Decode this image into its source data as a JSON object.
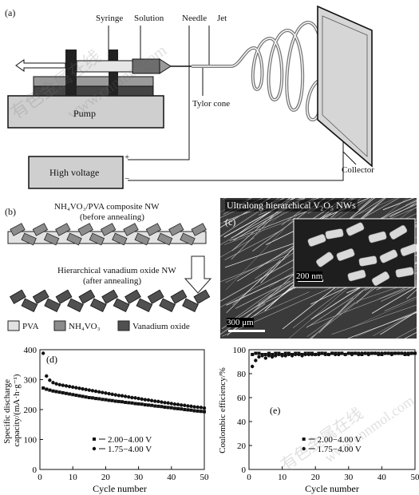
{
  "panel_a": {
    "label": "(a)",
    "syringe": "Syringe",
    "solution": "Solution",
    "needle": "Needle",
    "jet": "Jet",
    "taylor_cone": "Tylor cone",
    "pump": "Pump",
    "high_voltage": "High voltage",
    "collector": "Collector",
    "plus": "+",
    "minus": "−"
  },
  "panel_b": {
    "label": "(b)",
    "top_title_1": "NH₄VO₃/PVA composite NW",
    "top_title_2": "(before annealing)",
    "bottom_title_1": "Hierarchical vanadium oxide NW",
    "bottom_title_2": "(after annealing)",
    "legend": [
      {
        "name": "PVA",
        "color": "#e2e2e2"
      },
      {
        "name": "NH₄VO₃",
        "color": "#8c8c8c"
      },
      {
        "name": "Vanadium oxide",
        "color": "#505050"
      }
    ]
  },
  "panel_c": {
    "label": "(c)",
    "title": "Ultralong hierarchical V₂O₅ NWs",
    "inset_scale": "200 nm",
    "main_scale": "300 μm"
  },
  "watermark": {
    "text_1": "有色金属在线",
    "text_2": "www.cnnmol.com"
  },
  "chart_data": [
    {
      "type": "scatter",
      "panel": "(d)",
      "ylabel": "Specific discharge capacity/(mA·h·g⁻¹)",
      "xlabel": "Cycle number",
      "xlim": [
        0,
        50
      ],
      "ylim": [
        0,
        400
      ],
      "xticks": [
        0,
        10,
        20,
        30,
        40,
        50
      ],
      "yticks": [
        0,
        100,
        200,
        300,
        400
      ],
      "legend_position": "bottom-center",
      "series": [
        {
          "name": "2.00−4.00 V",
          "marker": "square",
          "x": [
            1,
            2,
            3,
            4,
            5,
            6,
            7,
            8,
            9,
            10,
            11,
            12,
            13,
            14,
            15,
            16,
            17,
            18,
            19,
            20,
            21,
            22,
            23,
            24,
            25,
            26,
            27,
            28,
            29,
            30,
            31,
            32,
            33,
            34,
            35,
            36,
            37,
            38,
            39,
            40,
            41,
            42,
            43,
            44,
            45,
            46,
            47,
            48,
            49,
            50
          ],
          "values": [
            272,
            268,
            265,
            262,
            260,
            258,
            256,
            254,
            252,
            250,
            248,
            246,
            244,
            242,
            240,
            239,
            237,
            236,
            234,
            233,
            231,
            230,
            228,
            227,
            226,
            224,
            223,
            222,
            220,
            219,
            218,
            216,
            215,
            214,
            212,
            211,
            210,
            208,
            207,
            206,
            204,
            203,
            202,
            200,
            199,
            198,
            196,
            195,
            194,
            193
          ]
        },
        {
          "name": "1.75−4.00 V",
          "marker": "circle",
          "x": [
            1,
            2,
            3,
            4,
            5,
            6,
            7,
            8,
            9,
            10,
            11,
            12,
            13,
            14,
            15,
            16,
            17,
            18,
            19,
            20,
            21,
            22,
            23,
            24,
            25,
            26,
            27,
            28,
            29,
            30,
            31,
            32,
            33,
            34,
            35,
            36,
            37,
            38,
            39,
            40,
            41,
            42,
            43,
            44,
            45,
            46,
            47,
            48,
            49,
            50
          ],
          "values": [
            388,
            312,
            298,
            290,
            286,
            283,
            281,
            279,
            277,
            275,
            273,
            271,
            269,
            267,
            265,
            263,
            261,
            259,
            257,
            255,
            253,
            251,
            249,
            247,
            246,
            244,
            242,
            240,
            239,
            237,
            235,
            233,
            232,
            230,
            228,
            227,
            225,
            223,
            222,
            220,
            218,
            217,
            215,
            214,
            212,
            211,
            209,
            208,
            207,
            205
          ]
        }
      ]
    },
    {
      "type": "scatter",
      "panel": "(e)",
      "ylabel": "Coulombic efficiency/%",
      "xlabel": "Cycle number",
      "xlim": [
        0,
        50
      ],
      "ylim": [
        0,
        100
      ],
      "xticks": [
        0,
        10,
        20,
        30,
        40,
        50
      ],
      "yticks": [
        0,
        20,
        40,
        60,
        80,
        100
      ],
      "legend_position": "bottom-center",
      "series": [
        {
          "name": "2.00−4.00 V",
          "marker": "square",
          "x": [
            1,
            2,
            3,
            4,
            5,
            6,
            7,
            8,
            9,
            10,
            11,
            12,
            13,
            14,
            15,
            16,
            17,
            18,
            19,
            20,
            21,
            22,
            23,
            24,
            25,
            26,
            27,
            28,
            29,
            30,
            31,
            32,
            33,
            34,
            35,
            36,
            37,
            38,
            39,
            40,
            41,
            42,
            43,
            44,
            45,
            46,
            47,
            48,
            49,
            50
          ],
          "values": [
            96,
            97,
            97,
            96,
            96,
            97,
            96,
            97,
            97,
            96,
            97,
            97,
            96,
            97,
            97,
            96,
            97,
            97,
            97,
            96,
            97,
            97,
            97,
            96,
            97,
            97,
            97,
            97,
            96,
            97,
            97,
            97,
            97,
            96,
            97,
            97,
            97,
            97,
            97,
            96,
            97,
            97,
            97,
            97,
            97,
            97,
            96,
            97,
            97,
            97
          ]
        },
        {
          "name": "1.75−4.00 V",
          "marker": "circle",
          "x": [
            1,
            2,
            3,
            4,
            5,
            6,
            7,
            8,
            9,
            10,
            11,
            12,
            13,
            14,
            15,
            16,
            17,
            18,
            19,
            20,
            21,
            22,
            23,
            24,
            25,
            26,
            27,
            28,
            29,
            30,
            31,
            32,
            33,
            34,
            35,
            36,
            37,
            38,
            39,
            40,
            41,
            42,
            43,
            44,
            45,
            46,
            47,
            48,
            49,
            50
          ],
          "values": [
            86,
            91,
            94,
            95,
            93,
            95,
            94,
            95,
            96,
            95,
            95,
            96,
            95,
            96,
            96,
            95,
            96,
            96,
            96,
            96,
            96,
            97,
            96,
            96,
            97,
            96,
            96,
            97,
            96,
            97,
            96,
            97,
            96,
            97,
            97,
            96,
            97,
            97,
            96,
            97,
            97,
            97,
            96,
            97,
            97,
            97,
            97,
            96,
            97,
            97
          ]
        }
      ]
    }
  ]
}
